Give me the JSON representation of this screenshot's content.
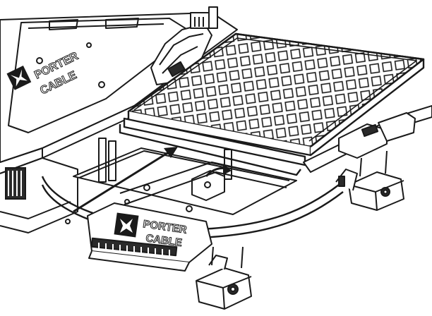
{
  "diagram": {
    "brand_top": [
      "PORTER",
      "CABLE"
    ],
    "brand_guard": [
      "PORTER",
      "CABLE"
    ]
  },
  "colors": {
    "line": "#1a1a1a",
    "paper": "#ffffff",
    "shade": "#2a2a2a"
  }
}
